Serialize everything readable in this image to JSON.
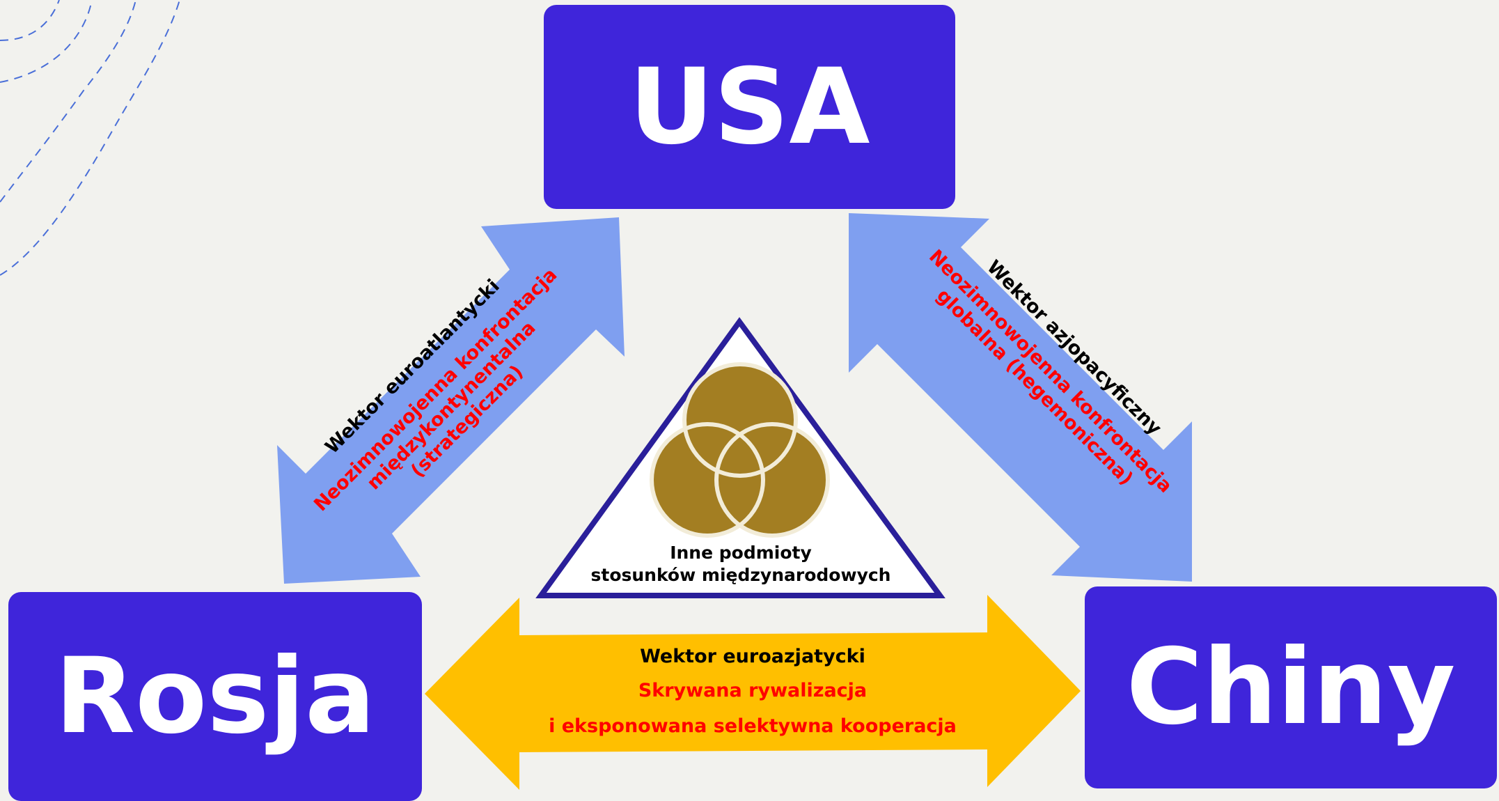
{
  "nodes": {
    "usa": "USA",
    "rosja": "Rosja",
    "chiny": "Chiny"
  },
  "center": {
    "line1": "Inne podmioty",
    "line2": "stosunków międzynarodowych"
  },
  "vectors": {
    "euroatlantic": {
      "title": "Wektor euroatlantycki",
      "line1": "Neozimnowojenna konfrontacja",
      "line2": "międzykontynentalna",
      "line3": "(strategiczna)"
    },
    "asiapacific": {
      "title": "Wektor azjopacyficzny",
      "line1": "Neozimnowojenna konfrontacja",
      "line2": "globalna (hegemoniczna)"
    },
    "euroasian": {
      "title": "Wektor euroazjatycki",
      "line1": "Skrywana rywalizacja",
      "line2": "i eksponowana selektywna kooperacja"
    }
  },
  "colors": {
    "box": "#3f25da",
    "diagonal_arrow": "#7f9ff0",
    "horizontal_arrow": "#ffbf00",
    "triangle_stroke": "#2a1f9a",
    "circles": "#a37e22",
    "emphasis_text": "#ff0000",
    "title_text": "#000000",
    "background": "#f2f2ee",
    "decor_lines": "#4a6fd8"
  }
}
